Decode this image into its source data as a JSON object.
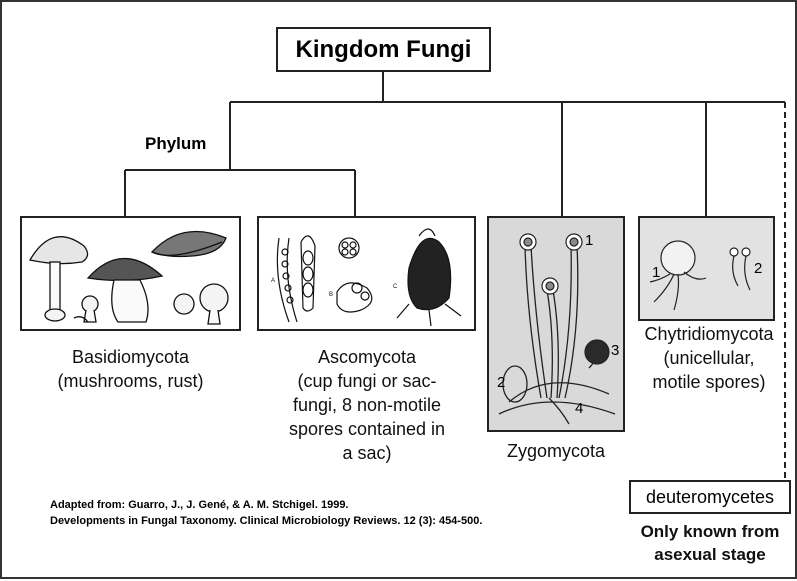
{
  "title": "Kingdom Fungi",
  "rank_label": "Phylum",
  "phyla": [
    {
      "name": "Basidiomycota",
      "lines": [
        "Basidiomycota",
        "(mushrooms, rust)"
      ]
    },
    {
      "name": "Ascomycota",
      "lines": [
        "Ascomycota",
        "(cup fungi or sac-",
        "fungi, 8 non-motile",
        "spores contained in",
        "a sac)"
      ]
    },
    {
      "name": "Zygomycota",
      "lines": [
        "Zygomycota"
      ],
      "figure_labels": [
        "1",
        "2",
        "3",
        "4"
      ]
    },
    {
      "name": "Chytridiomycota",
      "lines": [
        "Chytridiomycota",
        "(unicellular,",
        "motile spores)"
      ],
      "figure_labels": [
        "1",
        "2"
      ]
    }
  ],
  "unranked_group": {
    "name": "deuteromycetes",
    "lines": [
      "Only known from",
      "asexual stage"
    ]
  },
  "citation": [
    "Adapted from: Guarro, J., J. Gené, & A. M. Stchigel.  1999.",
    "Developments in Fungal Taxonomy.  Clinical Microbiology Reviews. 12 (3): 454-500."
  ],
  "colors": {
    "line": "#222222",
    "panel_gray": "#d9d9d9",
    "spore_dark": "#2a2a2a"
  }
}
